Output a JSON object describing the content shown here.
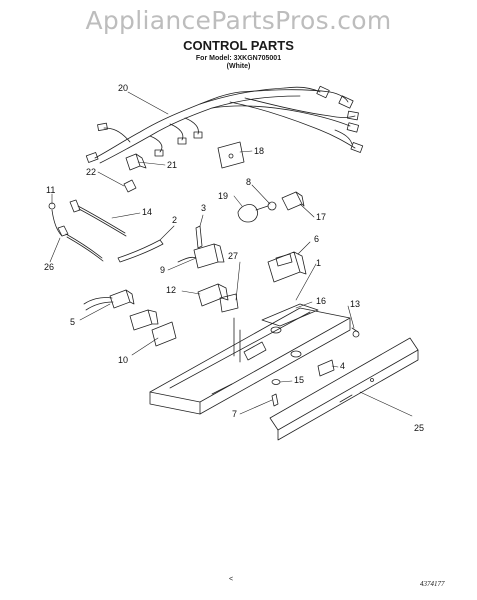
{
  "watermark": "AppliancePartsPros.com",
  "title": "CONTROL PARTS",
  "subtitle_model": "For Model: 3XKGN705001",
  "subtitle_color": "(White)",
  "callouts": {
    "c20": "20",
    "c21": "21",
    "c18": "18",
    "c22": "22",
    "c11": "11",
    "c14": "14",
    "c2": "2",
    "c3": "3",
    "c19": "19",
    "c8": "8",
    "c17": "17",
    "c6": "6",
    "c26": "26",
    "c9": "9",
    "c27": "27",
    "c1": "1",
    "c12": "12",
    "c16": "16",
    "c13": "13",
    "c5": "5",
    "c10": "10",
    "c4": "4",
    "c15": "15",
    "c7": "7",
    "c25": "25"
  },
  "footer_mark": "<",
  "footer_code": "4374177"
}
